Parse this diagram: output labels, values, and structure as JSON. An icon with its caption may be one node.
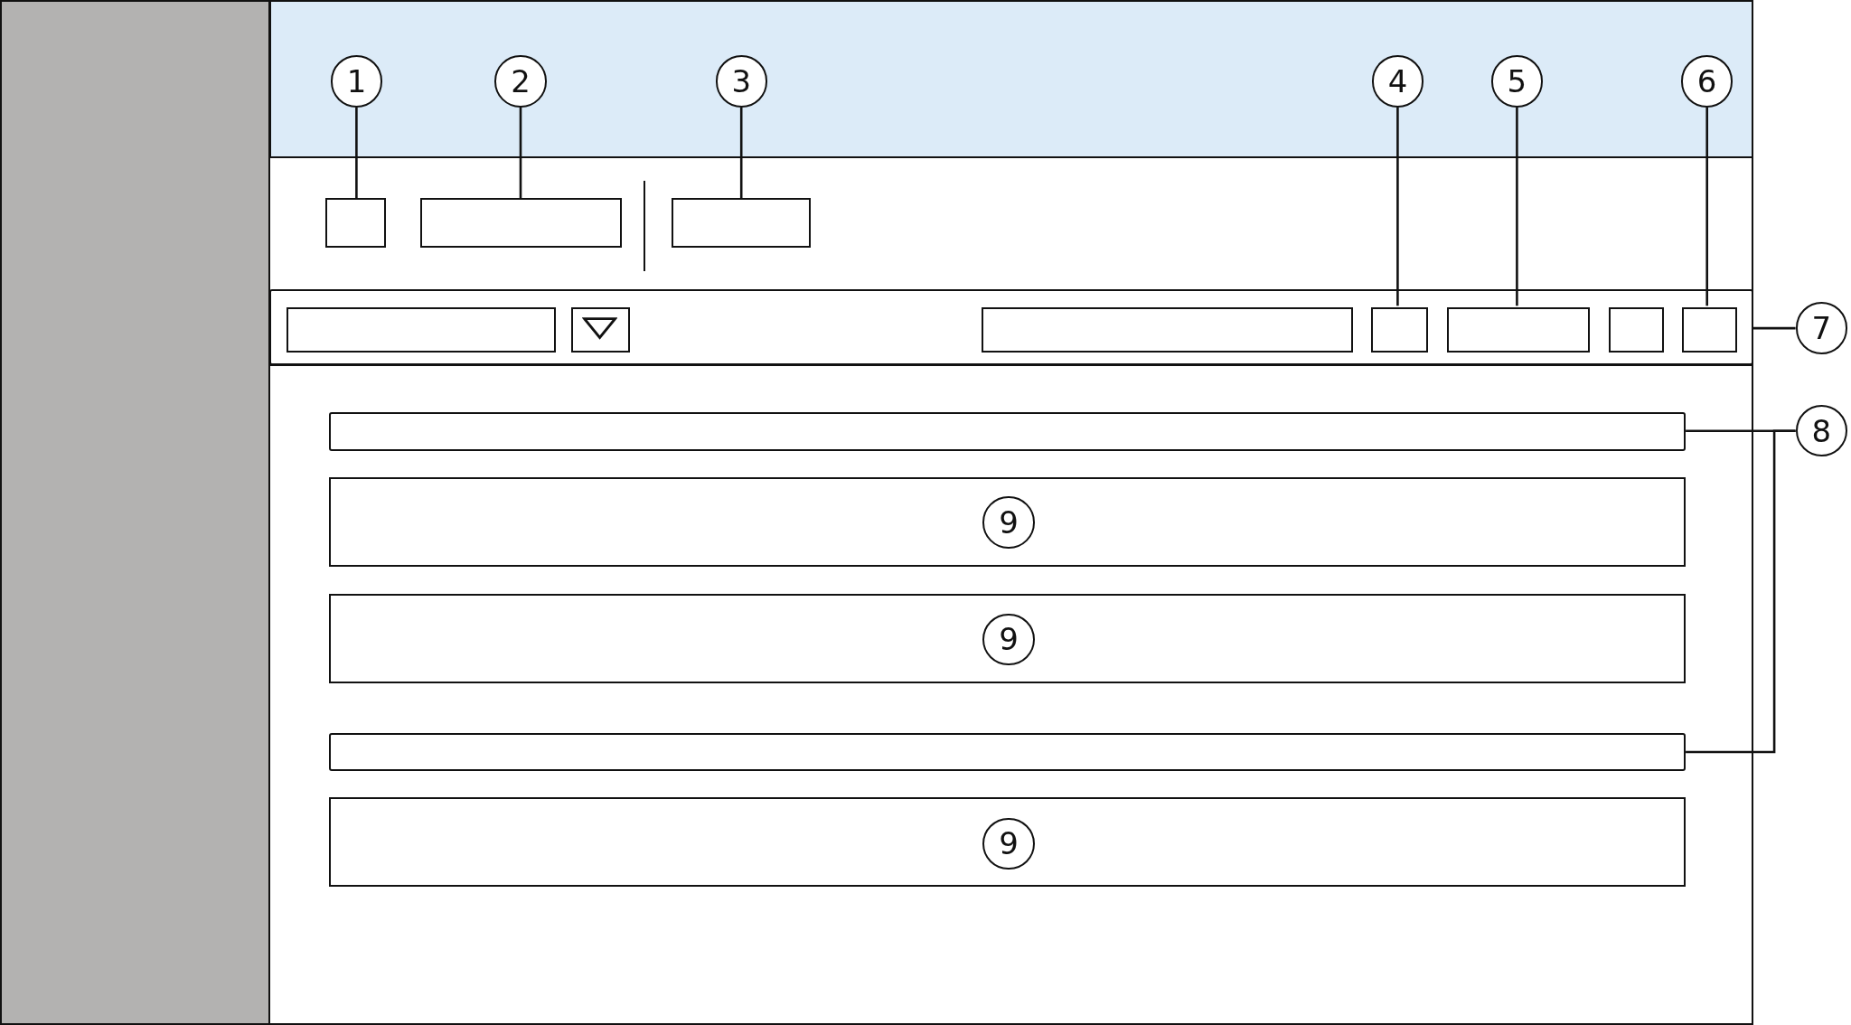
{
  "diagram": {
    "nodes": [
      {
        "text": [],
        "shape": "box"
      },
      {
        "text": [
          "1"
        ]
      },
      {
        "text": [
          "2"
        ]
      },
      {
        "text": [
          "3"
        ]
      },
      {
        "text": [
          "4"
        ]
      },
      {
        "text": [
          "5"
        ]
      },
      {
        "text": [
          "6"
        ]
      },
      {
        "text": [],
        "shape": "box"
      },
      {
        "text": [],
        "shape": "box"
      },
      {
        "text": [],
        "shape": "box"
      },
      {
        "text": [],
        "shape": "bar"
      },
      {
        "text": [],
        "shape": "box",
        "in": 10
      },
      {
        "text": [],
        "shape": "box",
        "in": 10
      },
      {
        "text": [],
        "shape": "box",
        "in": 10
      },
      {
        "text": [],
        "shape": "box",
        "in": 10
      },
      {
        "text": [],
        "shape": "box",
        "in": 10
      },
      {
        "text": [],
        "shape": "box",
        "in": 10
      },
      {
        "text": [],
        "shape": "box",
        "in": 10
      },
      {
        "text": [
          "7"
        ]
      },
      {
        "text": [],
        "shape": "bar"
      },
      {
        "text": [
          "8"
        ]
      },
      {
        "text": [],
        "shape": "box"
      },
      {
        "text": [
          "9"
        ],
        "in": 21
      },
      {
        "text": [],
        "shape": "box"
      },
      {
        "text": [
          "9"
        ],
        "in": 23
      },
      {
        "text": [],
        "shape": "bar"
      },
      {
        "text": [],
        "shape": "box"
      },
      {
        "text": [
          "9"
        ],
        "in": 26
      }
    ],
    "edges": [
      {
        "from": 1,
        "to": 7,
        "arrow": "none"
      },
      {
        "from": 2,
        "to": 8,
        "arrow": "none"
      },
      {
        "from": 3,
        "to": 9,
        "arrow": "none"
      },
      {
        "from": 4,
        "to": 14,
        "arrow": "none"
      },
      {
        "from": 5,
        "to": 15,
        "arrow": "none"
      },
      {
        "from": 6,
        "to": 17,
        "arrow": "none"
      },
      {
        "from": 18,
        "to": 10,
        "arrow": "none"
      },
      {
        "from": 20,
        "to": 19,
        "arrow": "none"
      },
      {
        "from": 20,
        "to": 25,
        "arrow": "none"
      }
    ]
  }
}
